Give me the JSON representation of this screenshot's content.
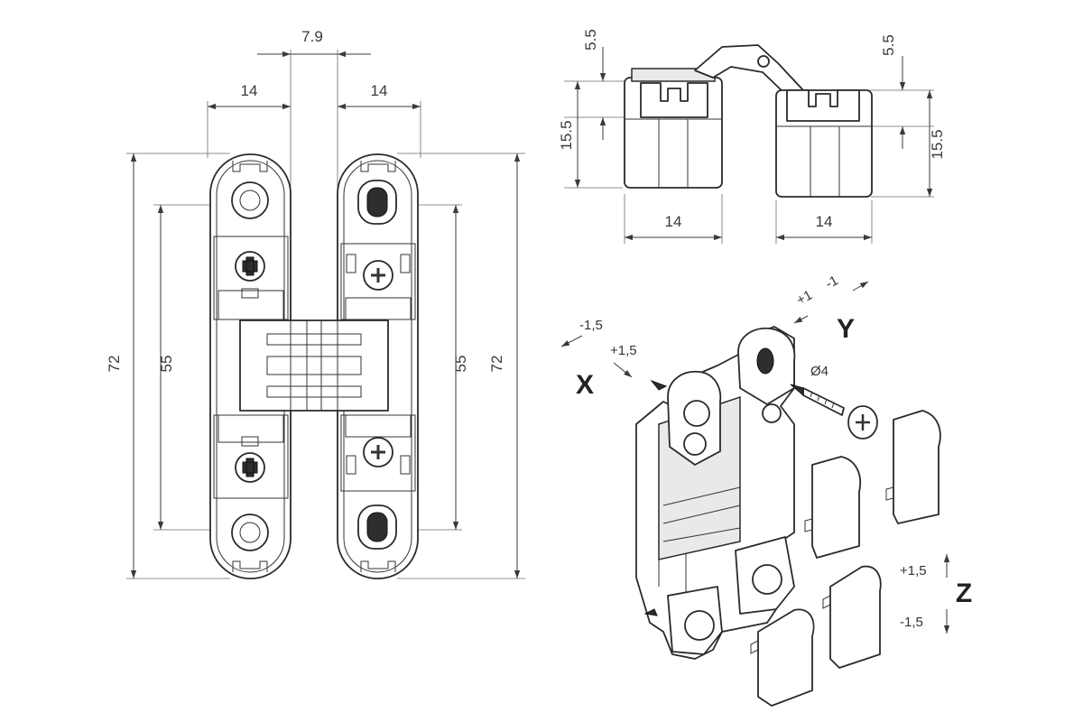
{
  "front_view": {
    "dim_center_gap": "7.9",
    "dim_left_width": "14",
    "dim_right_width": "14",
    "dim_left_height": "72",
    "dim_left_inner": "55",
    "dim_right_inner": "55",
    "dim_right_height": "72"
  },
  "side_view": {
    "dim_top_left": "5.5",
    "dim_body_left": "15.5",
    "dim_top_right": "5.5",
    "dim_body_right": "15.5",
    "dim_width_left": "14",
    "dim_width_right": "14"
  },
  "iso_view": {
    "axis_x": "X",
    "axis_y": "Y",
    "axis_z": "Z",
    "x_minus": "-1,5",
    "x_plus": "+1,5",
    "y_plus": "+1",
    "y_minus": "-1",
    "z_plus": "+1,5",
    "z_minus": "-1,5",
    "screw_diameter": "Ø4"
  }
}
